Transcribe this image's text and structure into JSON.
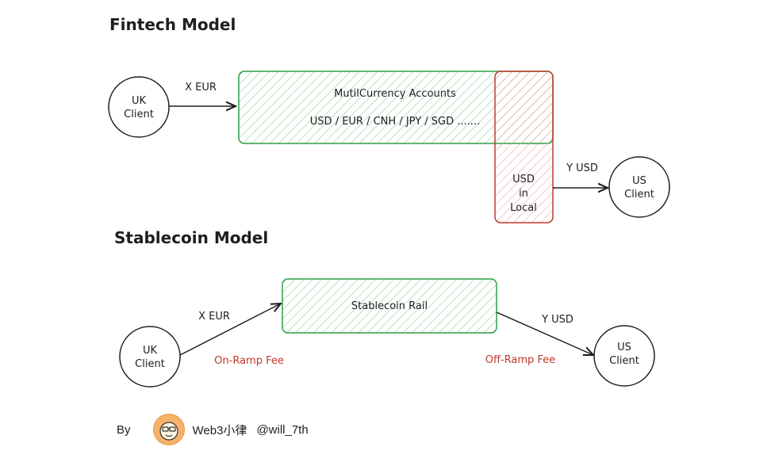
{
  "fintech": {
    "title": "Fintech Model",
    "uk_client": [
      "UK",
      "Client"
    ],
    "arrow_in_label": "X EUR",
    "accounts_title": "MutilCurrency Accounts",
    "accounts_currencies": "USD / EUR / CNH / JPY / SGD .......",
    "usd_local": [
      "USD",
      "in",
      "Local"
    ],
    "arrow_out_label": "Y USD",
    "us_client": [
      "US",
      "Client"
    ]
  },
  "stablecoin": {
    "title": "Stablecoin Model",
    "uk_client": [
      "UK",
      "Client"
    ],
    "arrow_in_label": "X EUR",
    "rail_label": "Stablecoin Rail",
    "arrow_out_label": "Y USD",
    "us_client": [
      "US",
      "Client"
    ],
    "on_ramp_fee": "On-Ramp Fee",
    "off_ramp_fee": "Off-Ramp Fee"
  },
  "footer": {
    "by": "By",
    "author": "Web3小律",
    "handle": "@will_7th"
  },
  "colors": {
    "green": "#2f9e44",
    "red": "#c0392b",
    "stroke": "#1e1e1e"
  }
}
